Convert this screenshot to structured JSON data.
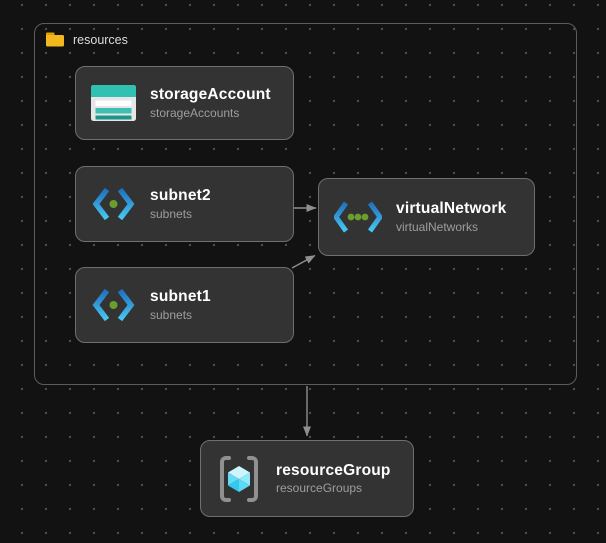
{
  "group": {
    "label": "resources",
    "icon": "folder-icon"
  },
  "nodes": [
    {
      "title": "storageAccount",
      "subtitle": "storageAccounts",
      "icon": "storage-account-icon"
    },
    {
      "title": "subnet2",
      "subtitle": "subnets",
      "icon": "subnet-icon"
    },
    {
      "title": "subnet1",
      "subtitle": "subnets",
      "icon": "subnet-icon"
    },
    {
      "title": "virtualNetwork",
      "subtitle": "virtualNetworks",
      "icon": "virtual-network-icon"
    },
    {
      "title": "resourceGroup",
      "subtitle": "resourceGroups",
      "icon": "resource-group-icon"
    }
  ],
  "edges": [
    {
      "from": "subnet2",
      "to": "virtualNetwork"
    },
    {
      "from": "subnet1",
      "to": "virtualNetwork"
    },
    {
      "from": "resources",
      "to": "resourceGroup"
    }
  ],
  "colors": {
    "background": "#121212",
    "grid_dot": "#4d4d4d",
    "node_bg": "#333333",
    "node_border": "#6f6f6f",
    "group_border": "#5c5c5c",
    "title_text": "#ffffff",
    "subtitle_text": "#9e9e9e",
    "edge": "#8f8f8f",
    "folder_yellow": "#f5b71e",
    "folder_tab": "#e09f00",
    "storage_teal": "#31c1b2",
    "storage_stripe_mid": "#3dbfb1",
    "storage_stripe_dark": "#1e948a",
    "bracket_blue_top": "#2070c0",
    "bracket_blue_bottom": "#47c8f2",
    "dot_green": "#6a9e2d",
    "rg_bracket_gray": "#909090",
    "cube_top": "#cdf5fd",
    "cube_left": "#63dcf5",
    "cube_left_dark": "#35c8ee",
    "cube_right": "#8feafb",
    "cube_right_dark": "#5cd9f5"
  }
}
